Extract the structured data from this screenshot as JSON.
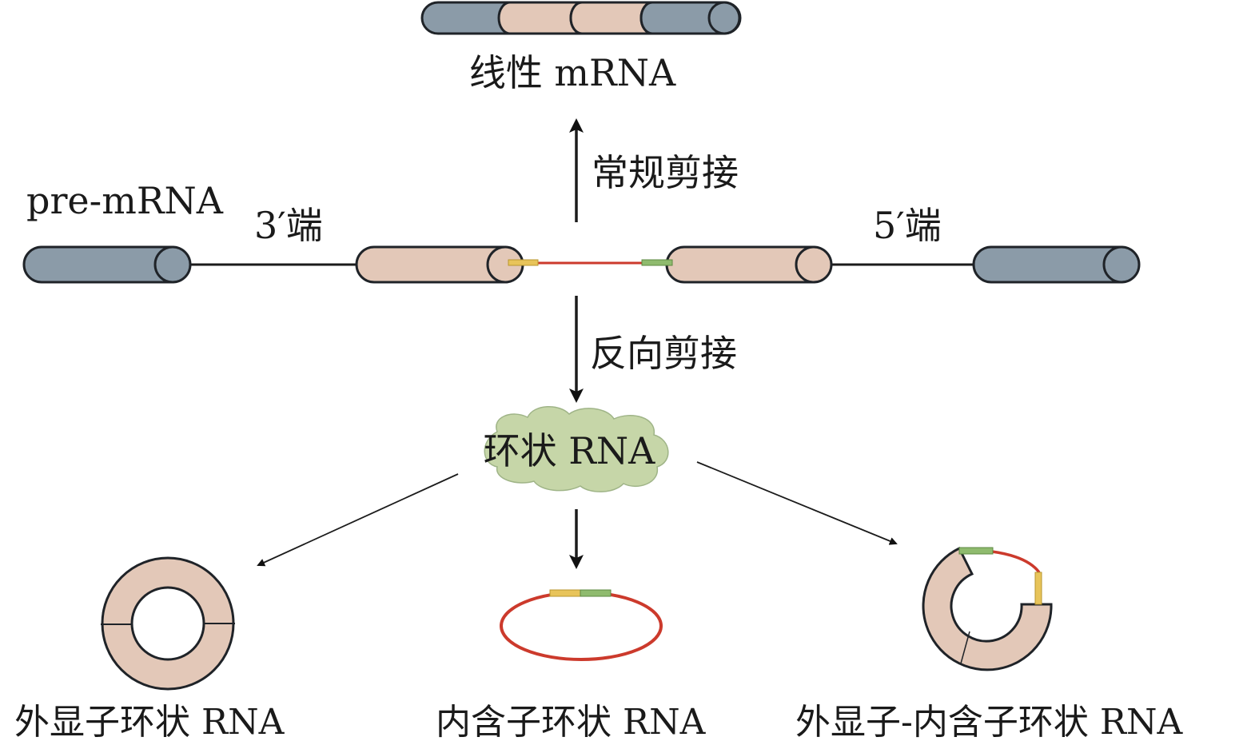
{
  "labels": {
    "linear_mrna": "线性 mRNA",
    "canonical_splicing": "常规剪接",
    "pre_mrna": "pre-mRNA",
    "three_prime": "3′端",
    "five_prime": "5′端",
    "back_splicing": "反向剪接",
    "circular_rna": "环状 RNA",
    "ecircrna": "外显子环状 RNA",
    "ciRNA": "内含子环状 RNA",
    "eicirna": "外显子-内含子环状 RNA"
  },
  "colors": {
    "flank_exon": "#8b9ba8",
    "core_exon": "#e3c8b8",
    "intron": "#cc3a2c",
    "splice_site_a": "#e8c45a",
    "splice_site_b": "#8fbb6e",
    "cloud": "#c6d6a8",
    "outline": "#1f2328"
  }
}
